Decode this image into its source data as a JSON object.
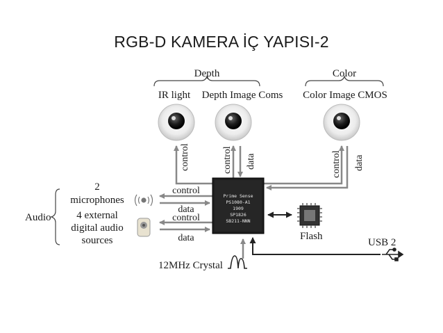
{
  "slide": {
    "title": "RGB-D KAMERA İÇ YAPISI-2"
  },
  "diagram": {
    "groups": {
      "depth": "Depth",
      "color": "Color"
    },
    "sensors": {
      "ir_light": "IR light",
      "depth_image": "Depth Image Coms",
      "color_image": "Color Image CMOS"
    },
    "links": {
      "control": "control",
      "data": "data"
    },
    "audio": {
      "label": "Audio",
      "mic_count": "2",
      "mic": "microphones",
      "ext1": "4 external",
      "ext2": "digital audio",
      "ext3": "sources"
    },
    "chip": {
      "line1": "Prime Sense",
      "line2": "PS1080-A1",
      "line3": "1909",
      "line4": "SP1826",
      "line5": "SB211-NNN"
    },
    "flash": "Flash",
    "usb": "USB 2",
    "crystal": "12MHz Crystal"
  }
}
